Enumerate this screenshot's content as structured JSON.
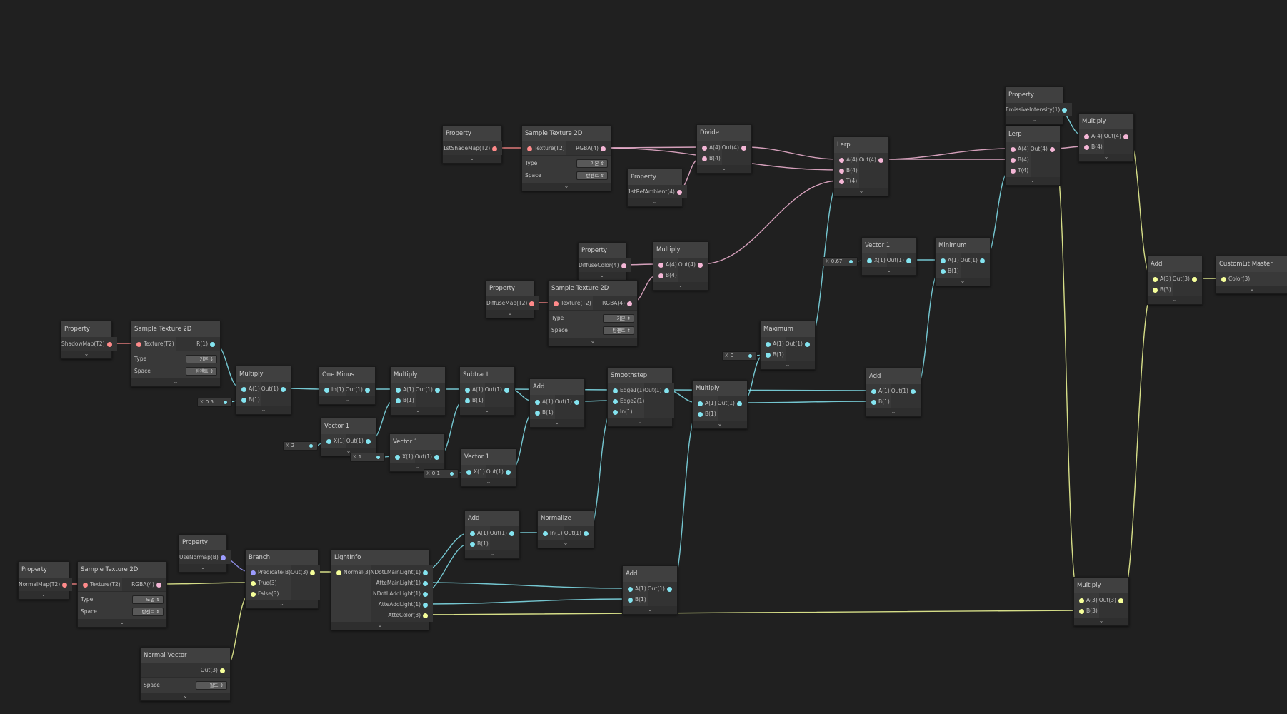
{
  "colors": {
    "texture": "#ff8a8a",
    "vector4": "#f4b6d6",
    "vector1": "#84e4f0",
    "vector3": "#f6ff9a",
    "boolean": "#9c9cff",
    "background": "#202020"
  },
  "nodes": {
    "prop_1stshademap": {
      "title": "Property",
      "outputs": [
        "1stShadeMap(T2)"
      ]
    },
    "sample_1stshademap": {
      "title": "Sample Texture 2D",
      "inputs": [
        "Texture(T2)"
      ],
      "outputs": [
        "RGBA(4)"
      ],
      "settings": [
        {
          "label": "Type",
          "value": "기본"
        },
        {
          "label": "Space",
          "value": "탄젠트"
        }
      ]
    },
    "divide": {
      "title": "Divide",
      "inputs": [
        "A(4)",
        "B(4)"
      ],
      "outputs": [
        "Out(4)"
      ]
    },
    "prop_1strefambient": {
      "title": "Property",
      "outputs": [
        "1stRefAmbient(4)"
      ]
    },
    "lerp1": {
      "title": "Lerp",
      "inputs": [
        "A(4)",
        "B(4)",
        "T(4)"
      ],
      "outputs": [
        "Out(4)"
      ]
    },
    "prop_emissive": {
      "title": "Property",
      "outputs": [
        "EmissiveIntensity(1)"
      ]
    },
    "lerp2": {
      "title": "Lerp",
      "inputs": [
        "A(4)",
        "B(4)",
        "T(4)"
      ],
      "outputs": [
        "Out(4)"
      ]
    },
    "multiply_top": {
      "title": "Multiply",
      "inputs": [
        "A(4)",
        "B(4)"
      ],
      "outputs": [
        "Out(4)"
      ]
    },
    "prop_diffusecolor": {
      "title": "Property",
      "outputs": [
        "DiffuseColor(4)"
      ]
    },
    "multiply_diffuse": {
      "title": "Multiply",
      "inputs": [
        "A(4)",
        "B(4)"
      ],
      "outputs": [
        "Out(4)"
      ]
    },
    "prop_diffusemap": {
      "title": "Property",
      "outputs": [
        "DiffuseMap(T2)"
      ]
    },
    "sample_diffuse": {
      "title": "Sample Texture 2D",
      "inputs": [
        "Texture(T2)"
      ],
      "outputs": [
        "RGBA(4)"
      ],
      "settings": [
        {
          "label": "Type",
          "value": "기본"
        },
        {
          "label": "Space",
          "value": "탄젠트"
        }
      ]
    },
    "vector1_067": {
      "title": "Vector 1",
      "inputs": [
        "X(1)"
      ],
      "outputs": [
        "Out(1)"
      ]
    },
    "minimum": {
      "title": "Minimum",
      "inputs": [
        "A(1)",
        "B(1)"
      ],
      "outputs": [
        "Out(1)"
      ]
    },
    "add_master": {
      "title": "Add",
      "inputs": [
        "A(3)",
        "B(3)"
      ],
      "outputs": [
        "Out(3)"
      ]
    },
    "master": {
      "title": "CustomLit Master",
      "inputs": [
        "Color(3)"
      ]
    },
    "prop_shadowmap": {
      "title": "Property",
      "outputs": [
        "ShadowMap(T2)"
      ]
    },
    "sample_shadow": {
      "title": "Sample Texture 2D",
      "inputs": [
        "Texture(T2)"
      ],
      "outputs": [
        "R(1)"
      ],
      "settings": [
        {
          "label": "Type",
          "value": "기본"
        },
        {
          "label": "Space",
          "value": "탄젠트"
        }
      ]
    },
    "maximum": {
      "title": "Maximum",
      "inputs": [
        "A(1)",
        "B(1)"
      ],
      "outputs": [
        "Out(1)"
      ]
    },
    "multiply_shadow": {
      "title": "Multiply",
      "inputs": [
        "A(1)",
        "B(1)"
      ],
      "outputs": [
        "Out(1)"
      ]
    },
    "oneminus": {
      "title": "One Minus",
      "inputs": [
        "In(1)"
      ],
      "outputs": [
        "Out(1)"
      ]
    },
    "multiply_b": {
      "title": "Multiply",
      "inputs": [
        "A(1)",
        "B(1)"
      ],
      "outputs": [
        "Out(1)"
      ]
    },
    "subtract": {
      "title": "Subtract",
      "inputs": [
        "A(1)",
        "B(1)"
      ],
      "outputs": [
        "Out(1)"
      ]
    },
    "add_mid": {
      "title": "Add",
      "inputs": [
        "A(1)",
        "B(1)"
      ],
      "outputs": [
        "Out(1)"
      ]
    },
    "smoothstep": {
      "title": "Smoothstep",
      "inputs": [
        "Edge1(1)",
        "Edge2(1)",
        "In(1)"
      ],
      "outputs": [
        "Out(1)"
      ]
    },
    "multiply_c": {
      "title": "Multiply",
      "inputs": [
        "A(1)",
        "B(1)"
      ],
      "outputs": [
        "Out(1)"
      ]
    },
    "add_right": {
      "title": "Add",
      "inputs": [
        "A(1)",
        "B(1)"
      ],
      "outputs": [
        "Out(1)"
      ]
    },
    "vector1_2": {
      "title": "Vector 1",
      "inputs": [
        "X(1)"
      ],
      "outputs": [
        "Out(1)"
      ]
    },
    "vector1_1": {
      "title": "Vector 1",
      "inputs": [
        "X(1)"
      ],
      "outputs": [
        "Out(1)"
      ]
    },
    "vector1_01": {
      "title": "Vector 1",
      "inputs": [
        "X(1)"
      ],
      "outputs": [
        "Out(1)"
      ]
    },
    "add_light": {
      "title": "Add",
      "inputs": [
        "A(1)",
        "B(1)"
      ],
      "outputs": [
        "Out(1)"
      ]
    },
    "normalize": {
      "title": "Normalize",
      "inputs": [
        "In(1)"
      ],
      "outputs": [
        "Out(1)"
      ]
    },
    "prop_usenormap": {
      "title": "Property",
      "outputs": [
        "UseNormap(B)"
      ]
    },
    "prop_normalmap": {
      "title": "Property",
      "outputs": [
        "NormalMap(T2)"
      ]
    },
    "sample_normal": {
      "title": "Sample Texture 2D",
      "inputs": [
        "Texture(T2)"
      ],
      "outputs": [
        "RGBA(4)"
      ],
      "settings": [
        {
          "label": "Type",
          "value": "노멀"
        },
        {
          "label": "Space",
          "value": "탄젠트"
        }
      ]
    },
    "branch": {
      "title": "Branch",
      "inputs": [
        "Predicate(B)",
        "True(3)",
        "False(3)"
      ],
      "outputs": [
        "Out(3)"
      ]
    },
    "lightinfo": {
      "title": "LightInfo",
      "inputs": [
        "Normal(3)"
      ],
      "outputs": [
        "NDotLMainLight(1)",
        "AtteMainLight(1)",
        "NDotLAddLight(1)",
        "AtteAddLight(1)",
        "AtteColor(3)"
      ]
    },
    "add_bottom": {
      "title": "Add",
      "inputs": [
        "A(1)",
        "B(1)"
      ],
      "outputs": [
        "Out(1)"
      ]
    },
    "multiply_bottom": {
      "title": "Multiply",
      "inputs": [
        "A(3)",
        "B(3)"
      ],
      "outputs": [
        "Out(3)"
      ]
    },
    "normalvector": {
      "title": "Normal Vector",
      "outputs": [
        "Out(3)"
      ],
      "settings": [
        {
          "label": "Space",
          "value": "월드"
        }
      ]
    }
  },
  "fields": {
    "v067": {
      "label": "X",
      "value": "0.67"
    },
    "v0": {
      "label": "X",
      "value": "0"
    },
    "v05": {
      "label": "X",
      "value": "0.5"
    },
    "v2": {
      "label": "X",
      "value": "2"
    },
    "v1": {
      "label": "X",
      "value": "1"
    },
    "v01": {
      "label": "X",
      "value": "0.1"
    }
  }
}
